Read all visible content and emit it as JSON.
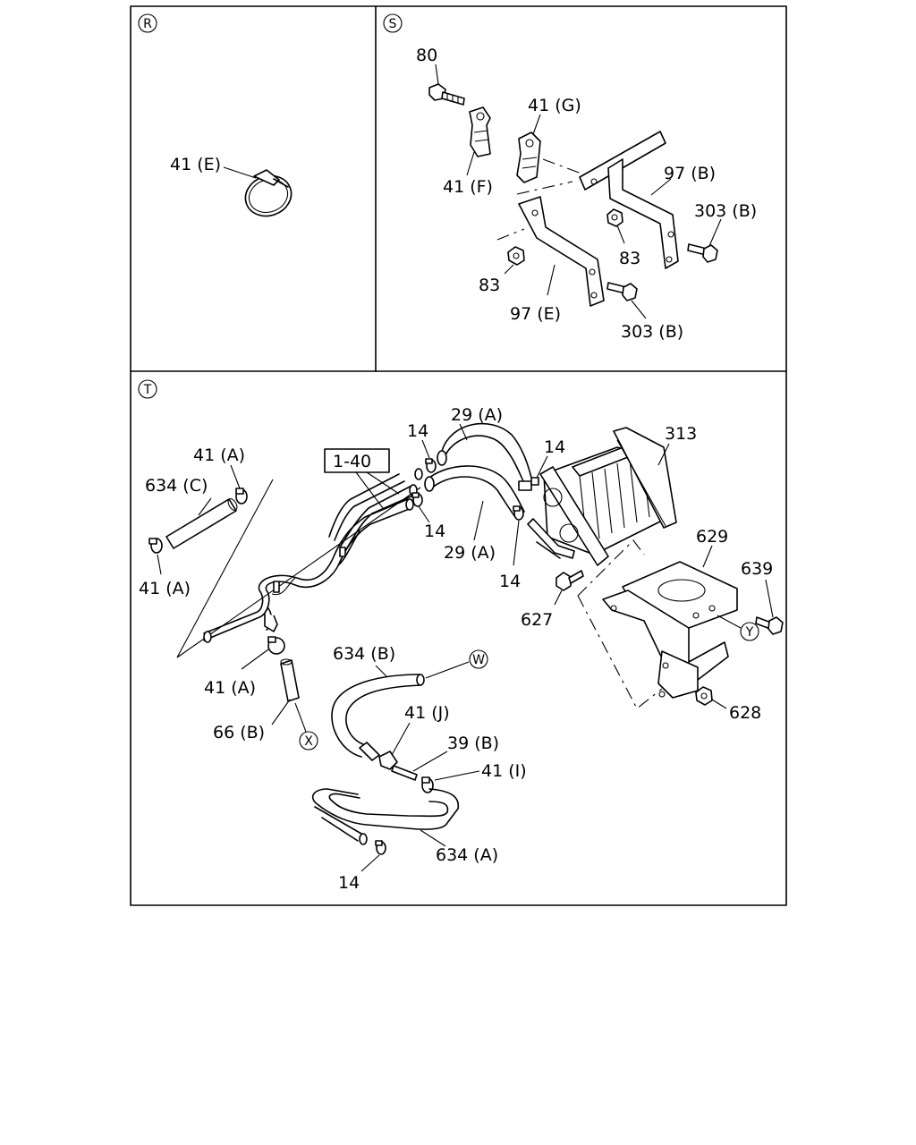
{
  "panels": {
    "R": {
      "marker": "R"
    },
    "S": {
      "marker": "S"
    },
    "T": {
      "marker": "T"
    }
  },
  "labels": {
    "r_41E": "41 (E)",
    "s_80": "80",
    "s_41G": "41 (G)",
    "s_41F": "41 (F)",
    "s_97B": "97 (B)",
    "s_303B_top": "303 (B)",
    "s_83_right": "83",
    "s_83_left": "83",
    "s_97E": "97 (E)",
    "s_303B_bottom": "303 (B)",
    "t_29A_top": "29 (A)",
    "t_14_a": "14",
    "t_14_b": "14",
    "t_313": "313",
    "t_1_40": "1-40",
    "t_41A_top": "41 (A)",
    "t_634C": "634 (C)",
    "t_14_c": "14",
    "t_29A_mid": "29 (A)",
    "t_14_d": "14",
    "t_629": "629",
    "t_639": "639",
    "t_41A_left": "41 (A)",
    "t_627": "627",
    "t_634B": "634 (B)",
    "t_41A_bottom": "41 (A)",
    "t_66B": "66 (B)",
    "t_41J": "41 (J)",
    "t_39B": "39 (B)",
    "t_41I": "41 (I)",
    "t_628": "628",
    "t_634A": "634 (A)",
    "t_14_e": "14"
  },
  "connectors": {
    "W": "W",
    "X": "X",
    "Y": "Y"
  }
}
